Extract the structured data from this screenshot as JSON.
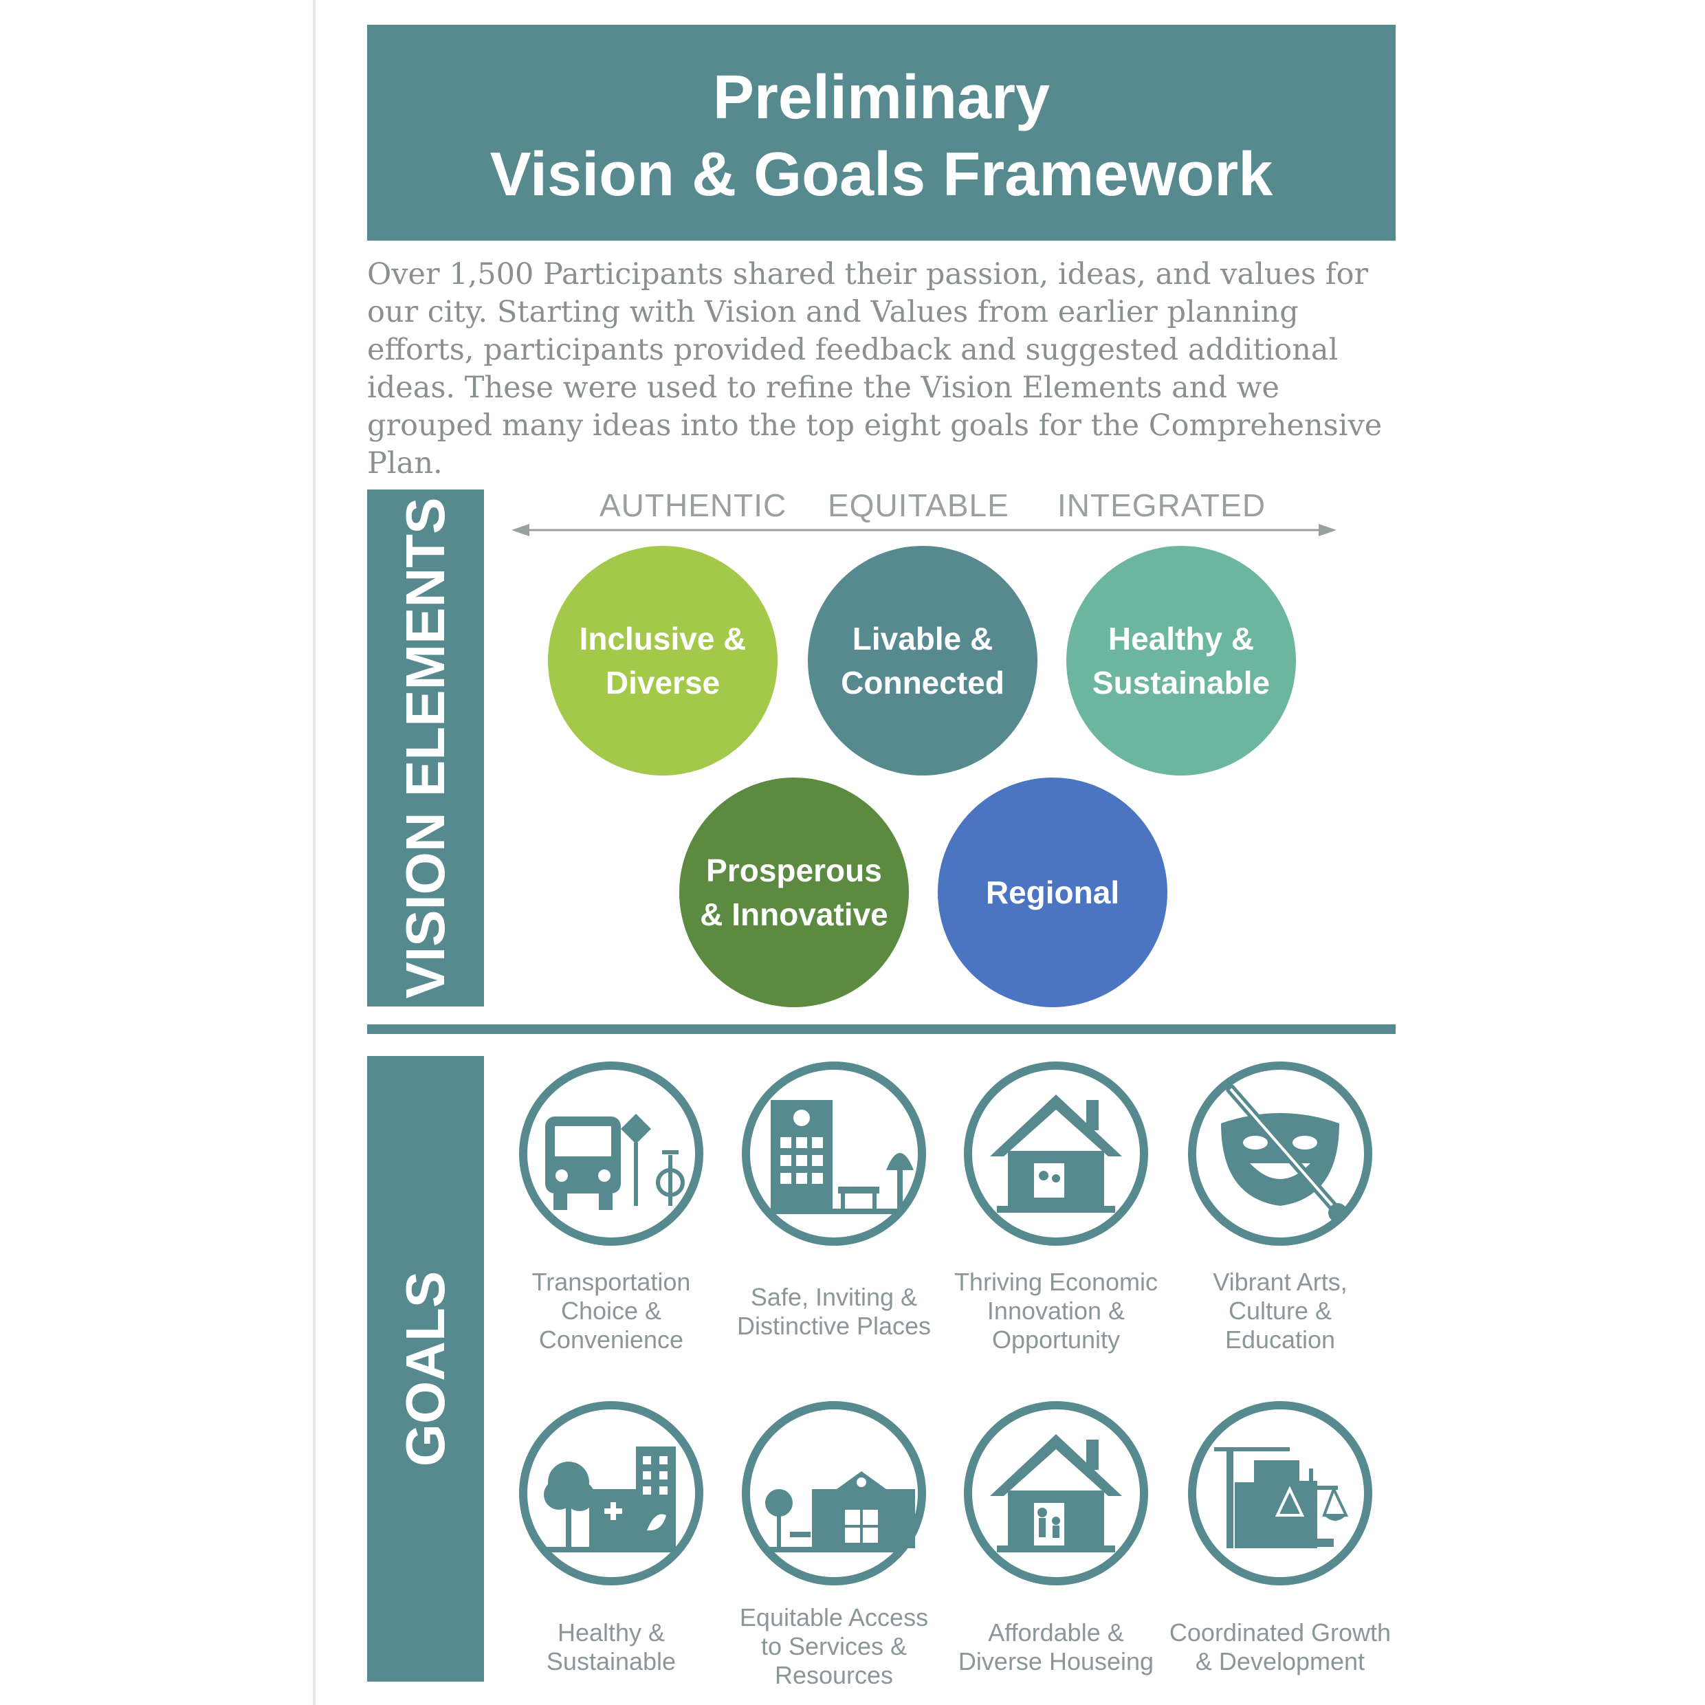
{
  "title": {
    "line1": "Preliminary",
    "line2": "Vision & Goals Framework"
  },
  "intro": "Over 1,500 Participants shared their passion, ideas, and values for our city. Starting with Vision and Values from earlier planning efforts, participants provided feedback and suggested additional ideas. These were used to refine the Vision Elements and we grouped many ideas into the top eight goals for the Comprehensive Plan.",
  "vision": {
    "section_label": "VISION ELEMENTS",
    "scale_words": [
      "AUTHENTIC",
      "EQUITABLE",
      "INTEGRATED"
    ],
    "elements": [
      {
        "label": "Inclusive &\nDiverse",
        "color": "#a4c84a"
      },
      {
        "label": "Livable &\nConnected",
        "color": "#578a8e"
      },
      {
        "label": "Healthy &\nSustainable",
        "color": "#6cb59e"
      },
      {
        "label": "Prosperous\n& Innovative",
        "color": "#5b8a40"
      },
      {
        "label": "Regional",
        "color": "#4b75c0"
      }
    ]
  },
  "goals": {
    "section_label": "GOALS",
    "icon_color": "#578a8e",
    "items": [
      {
        "label": "Transportation\nChoice &\nConvenience",
        "icon": "bus-bike-icon"
      },
      {
        "label": "Safe, Inviting &\nDistinctive Places",
        "icon": "plaza-building-icon"
      },
      {
        "label": "Thriving Economic\nInnovation  &\nOpportunity",
        "icon": "house-business-icon"
      },
      {
        "label": "Vibrant Arts,\nCulture &\nEducation",
        "icon": "theater-mask-brush-icon"
      },
      {
        "label": "Healthy &\nSustainable",
        "icon": "hospital-tree-icon"
      },
      {
        "label": "Equitable Access\nto Services &\nResources",
        "icon": "community-center-icon"
      },
      {
        "label": "Affordable &\nDiverse Houseing",
        "icon": "house-family-icon"
      },
      {
        "label": "Coordinated Growth\n& Development",
        "icon": "crane-scales-icon"
      }
    ]
  }
}
